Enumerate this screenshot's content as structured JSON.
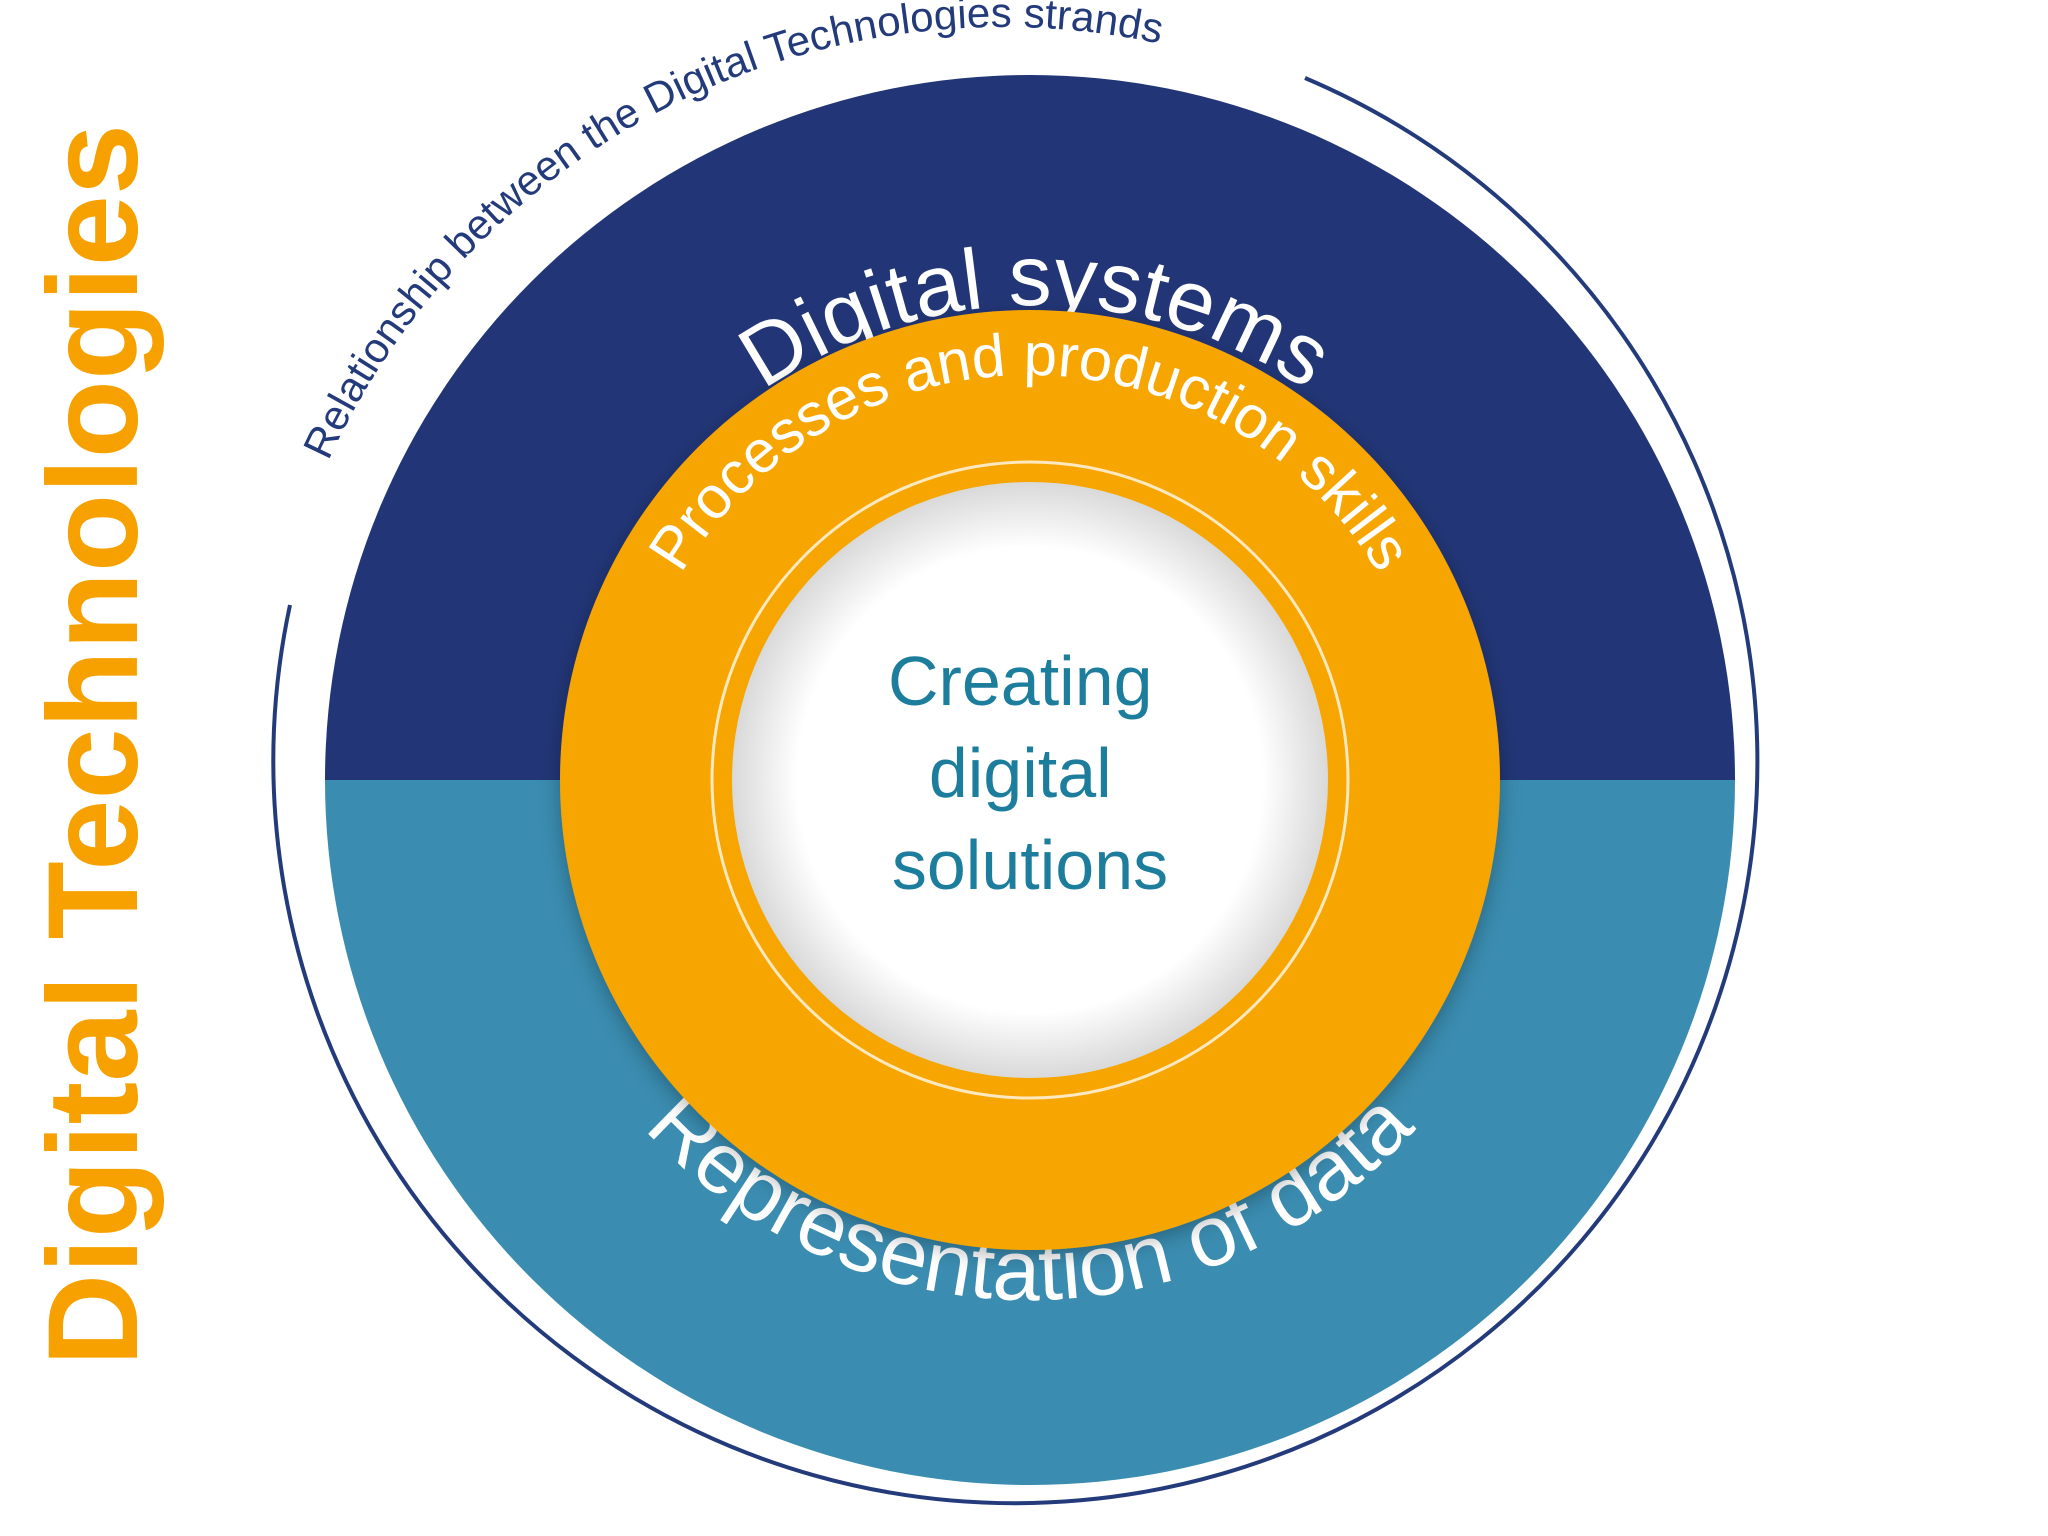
{
  "side_title": "Digital Technologies",
  "diagram": {
    "caption": "Relationship between the Digital Technologies strands",
    "outer_top_label": "Digital systems",
    "outer_bottom_label": "Representation of data",
    "middle_ring_label": "Processes and production skills",
    "center_lines": [
      "Creating",
      "digital",
      "solutions"
    ]
  },
  "colors": {
    "title_orange": "#f6a100",
    "navy": "#223677",
    "teal": "#3a8cb0",
    "ring_orange": "#f7a500",
    "center_text": "#1d7d9d",
    "caption_ring": "#233a7b"
  }
}
